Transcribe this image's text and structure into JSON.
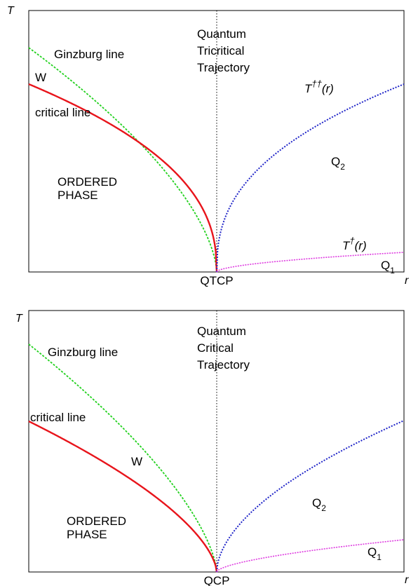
{
  "colors": {
    "critical_line": "#e8141b",
    "ginzburg_line": "#22d11e",
    "t_dagger_dagger": "#1f24c8",
    "t_dagger": "#de3ce0"
  },
  "top": {
    "y_axis": "T",
    "x_axis": "r",
    "trajectory": [
      "Quantum",
      "Tricritical",
      "Trajectory"
    ],
    "ginzburg_line": "Ginzburg line",
    "w_label": "W",
    "critical_line": "critical line",
    "ordered_phase": [
      "ORDERED",
      "PHASE"
    ],
    "t_dd_base": "T",
    "t_dd_sup": "††",
    "t_dd_arg": "(r)",
    "t_d_base": "T",
    "t_d_sup": "†",
    "t_d_arg": "(r)",
    "q2_base": "Q",
    "q2_sub": "2",
    "q1_base": "Q",
    "q1_sub": "1",
    "point": "QTCP"
  },
  "bottom": {
    "y_axis": "T",
    "x_axis": "r",
    "trajectory": [
      "Quantum",
      "Critical",
      "Trajectory"
    ],
    "ginzburg_line": "Ginzburg line",
    "critical_line": "critical line",
    "w_label": "W",
    "ordered_phase": [
      "ORDERED",
      "PHASE"
    ],
    "q2_base": "Q",
    "q2_sub": "2",
    "q1_base": "Q",
    "q1_sub": "1",
    "point": "QCP"
  }
}
